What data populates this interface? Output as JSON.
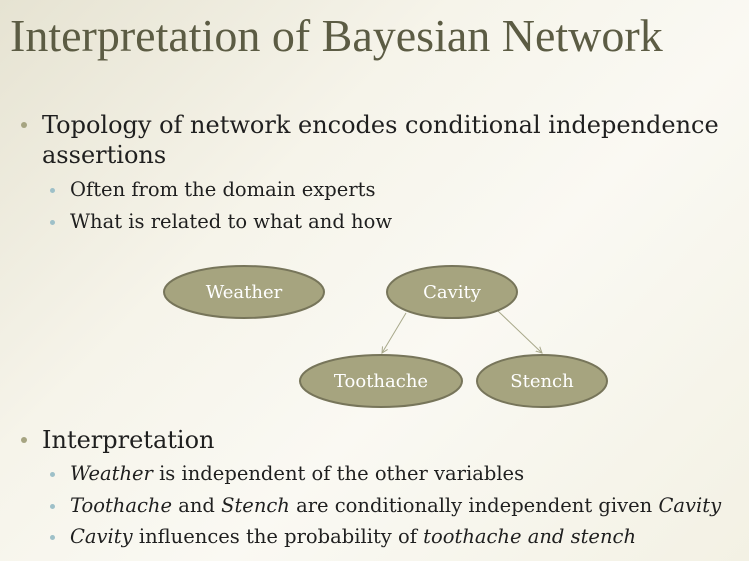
{
  "title": "Interpretation of Bayesian Network",
  "bullets": [
    {
      "text_line1": "Topology of network encodes conditional independence",
      "text_line2": "assertions",
      "sub": [
        "Often from the domain experts",
        "What is related to what and how"
      ]
    },
    {
      "text": "Interpretation",
      "sub": [
        {
          "italic": "Weather",
          "rest": " is independent of the other variables"
        },
        {
          "italic_a": "Toothache",
          "mid1": " and ",
          "italic_b": "Stench",
          "mid2": " are conditionally independent given ",
          "italic_c": "Cavity"
        },
        {
          "italic_a": "Cavity",
          "mid": " influences the probability of ",
          "italic_b": "toothache and stench"
        }
      ]
    }
  ],
  "diagram": {
    "nodes": [
      {
        "id": "weather",
        "label": "Weather"
      },
      {
        "id": "cavity",
        "label": "Cavity"
      },
      {
        "id": "toothache",
        "label": "Toothache"
      },
      {
        "id": "stench",
        "label": "Stench"
      }
    ],
    "edges": [
      {
        "from": "cavity",
        "to": "toothache"
      },
      {
        "from": "cavity",
        "to": "stench"
      }
    ],
    "colors": {
      "node_fill": "#a6a47f",
      "node_stroke": "#77755a",
      "edge": "#a8a88a"
    }
  }
}
